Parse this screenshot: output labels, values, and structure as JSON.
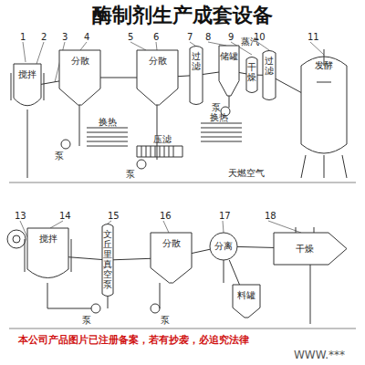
{
  "diagram": {
    "title": "酶制剂生产成套设备",
    "caption": "本公司产品图片已注册备案，若有抄袭，必追究法律",
    "nodes": [
      {
        "text": [
          "搅拌"
        ]
      },
      {
        "text": [
          "分散"
        ]
      },
      {
        "text": [
          "分散"
        ]
      },
      {
        "text": [
          "过滤"
        ]
      },
      {
        "text": [
          "储罐"
        ]
      },
      {
        "text": [
          "干燥"
        ]
      },
      {
        "text": [
          "过滤"
        ]
      },
      {
        "text": [
          "发酵"
        ]
      },
      {
        "text": [
          "搅拌"
        ]
      },
      {
        "text": [
          "文丘里真空泵"
        ]
      },
      {
        "text": [
          "分散"
        ]
      },
      {
        "text": [
          "分离"
        ]
      },
      {
        "text": [
          "料罐"
        ]
      },
      {
        "text": [
          "干燥"
        ]
      }
    ],
    "edges": [
      {
        "from": 0,
        "to": 1,
        "arrow": "none"
      },
      {
        "from": 1,
        "to": 2,
        "arrow": "none"
      },
      {
        "from": 2,
        "to": 3,
        "arrow": "none"
      },
      {
        "from": 3,
        "to": 4,
        "arrow": "none"
      },
      {
        "from": 4,
        "to": 5,
        "arrow": "none"
      },
      {
        "from": 5,
        "to": 6,
        "arrow": "none"
      },
      {
        "from": 6,
        "to": 7,
        "arrow": "none"
      },
      {
        "from": 8,
        "to": 9,
        "arrow": "none"
      },
      {
        "from": 9,
        "to": 10,
        "arrow": "none"
      },
      {
        "from": 10,
        "to": 11,
        "arrow": "none"
      },
      {
        "from": 11,
        "to": 12,
        "arrow": "none"
      },
      {
        "from": 11,
        "to": 13,
        "arrow": "none"
      }
    ],
    "labels": [
      "1",
      "2",
      "3",
      "4",
      "5",
      "6",
      "7",
      "8",
      "9",
      "10",
      "11",
      "13",
      "14",
      "15",
      "16",
      "17",
      "18",
      "换热",
      "泵",
      "泵",
      "压滤",
      "泵",
      "蒸汽",
      "换热",
      "天燃空气",
      "泵",
      "泵",
      "WWW.***"
    ]
  }
}
